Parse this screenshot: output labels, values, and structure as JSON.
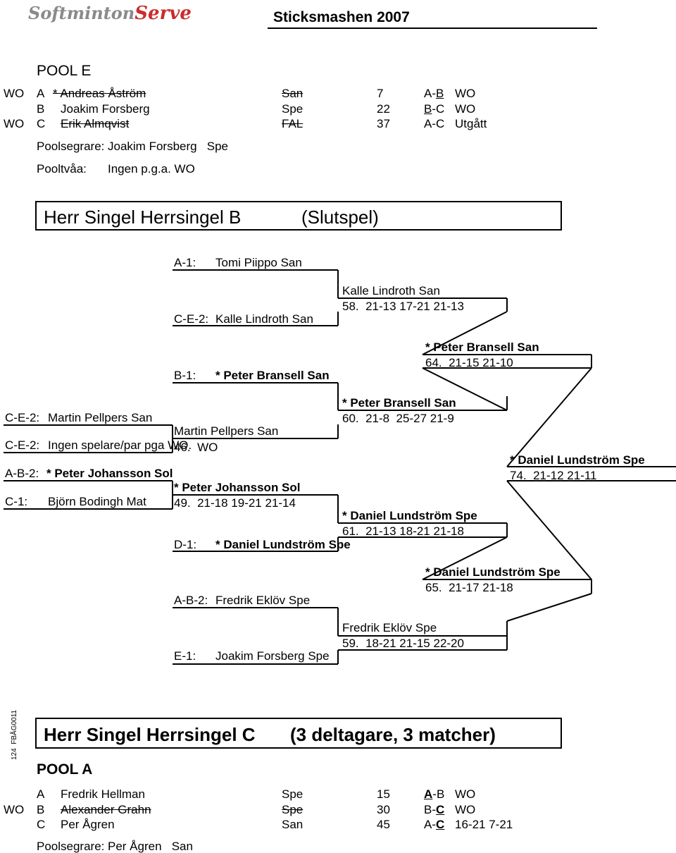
{
  "header": {
    "logo_part1": "Softminton",
    "logo_part2": "Serve",
    "title": "Sticksmashen 2007"
  },
  "pool_e": {
    "title": "POOL E",
    "rows": [
      {
        "flag": "WO",
        "letter": "A",
        "name": "* Andreas Åström",
        "club": "San",
        "num": "7",
        "match_a": "A",
        "match_sep": "-",
        "match_b": "B",
        "result": "WO"
      },
      {
        "flag": "",
        "letter": "B",
        "name": "Joakim Forsberg",
        "club": "Spe",
        "num": "22",
        "match_a": "B",
        "match_sep": "-",
        "match_b": "C",
        "result": "WO"
      },
      {
        "flag": "WO",
        "letter": "C",
        "name": "Erik Almqvist",
        "club": "FAL",
        "num": "37",
        "match_a": "A",
        "match_sep": "-",
        "match_b": "C",
        "result": "Utgått"
      }
    ],
    "winner_label": "Poolsegrare:",
    "winner": "Joakim Forsberg   Spe",
    "second_label": "Pooltvåa:",
    "second": "Ingen p.g.a. WO"
  },
  "section_b": {
    "title": "Herr Singel Herrsingel B",
    "subtitle": "(Slutspel)"
  },
  "bracket": {
    "r1": [
      {
        "label": "A-1:",
        "name": "Tomi Piippo San"
      },
      {
        "label": "C-E-2:",
        "name": "Kalle Lindroth San"
      },
      {
        "label": "B-1:",
        "name": "* Peter Bransell San"
      },
      {
        "label": "C-E-2:",
        "name": "Martin Pellpers San"
      },
      {
        "label": "C-E-2:",
        "name": "Ingen spelare/par pga WO."
      },
      {
        "label": "A-B-2:",
        "name": "* Peter Johansson Sol"
      },
      {
        "label": "C-1:",
        "name": "Björn Bodingh Mat"
      },
      {
        "label": "D-1:",
        "name": "* Daniel Lundström Spe"
      },
      {
        "label": "A-B-2:",
        "name": "Fredrik Eklöv Spe"
      },
      {
        "label": "E-1:",
        "name": "Joakim Forsberg Spe"
      }
    ],
    "m46": {
      "name": "Martin Pellpers San",
      "score": "46.  WO"
    },
    "m49": {
      "name": "* Peter Johansson Sol",
      "score": "49.  21-18 19-21 21-14"
    },
    "m58": {
      "name": "Kalle Lindroth San",
      "score": "58.  21-13 17-21 21-13"
    },
    "m60": {
      "name": "* Peter Bransell San",
      "score": "60.  21-8  25-27 21-9"
    },
    "m61": {
      "name": "* Daniel Lundström Spe",
      "score": "61.  21-13 18-21 21-18"
    },
    "m59": {
      "name": "Fredrik Eklöv Spe",
      "score": "59.  18-21 21-15 22-20"
    },
    "m64": {
      "name": "* Peter Bransell San",
      "score": "64.  21-15 21-10"
    },
    "m65": {
      "name": "* Daniel Lundström Spe",
      "score": "65.  21-17 21-18"
    },
    "m74": {
      "name": "* Daniel Lundström Spe",
      "score": "74.  21-12 21-11"
    }
  },
  "side_code": "124  FBÅG0011",
  "section_c": {
    "title": "Herr Singel Herrsingel C",
    "subtitle": "(3 deltagare, 3 matcher)"
  },
  "pool_a": {
    "title": "POOL A",
    "rows": [
      {
        "flag": "",
        "letter": "A",
        "name": "Fredrik Hellman",
        "club": "Spe",
        "num": "15",
        "match_a": "A",
        "match_sep": "-",
        "match_b": "B",
        "result": "WO"
      },
      {
        "flag": "WO",
        "letter": "B",
        "name": "Alexander Grahn",
        "club": "Spe",
        "num": "30",
        "match_a": "B",
        "match_sep": "-",
        "match_b": "C",
        "result": "WO"
      },
      {
        "flag": "",
        "letter": "C",
        "name": "Per Ågren",
        "club": "San",
        "num": "45",
        "match_a": "A",
        "match_sep": "-",
        "match_b": "C",
        "result": "16-21 7-21"
      }
    ],
    "winner_label": "Poolsegrare:",
    "winner": "Per Ågren   San"
  }
}
